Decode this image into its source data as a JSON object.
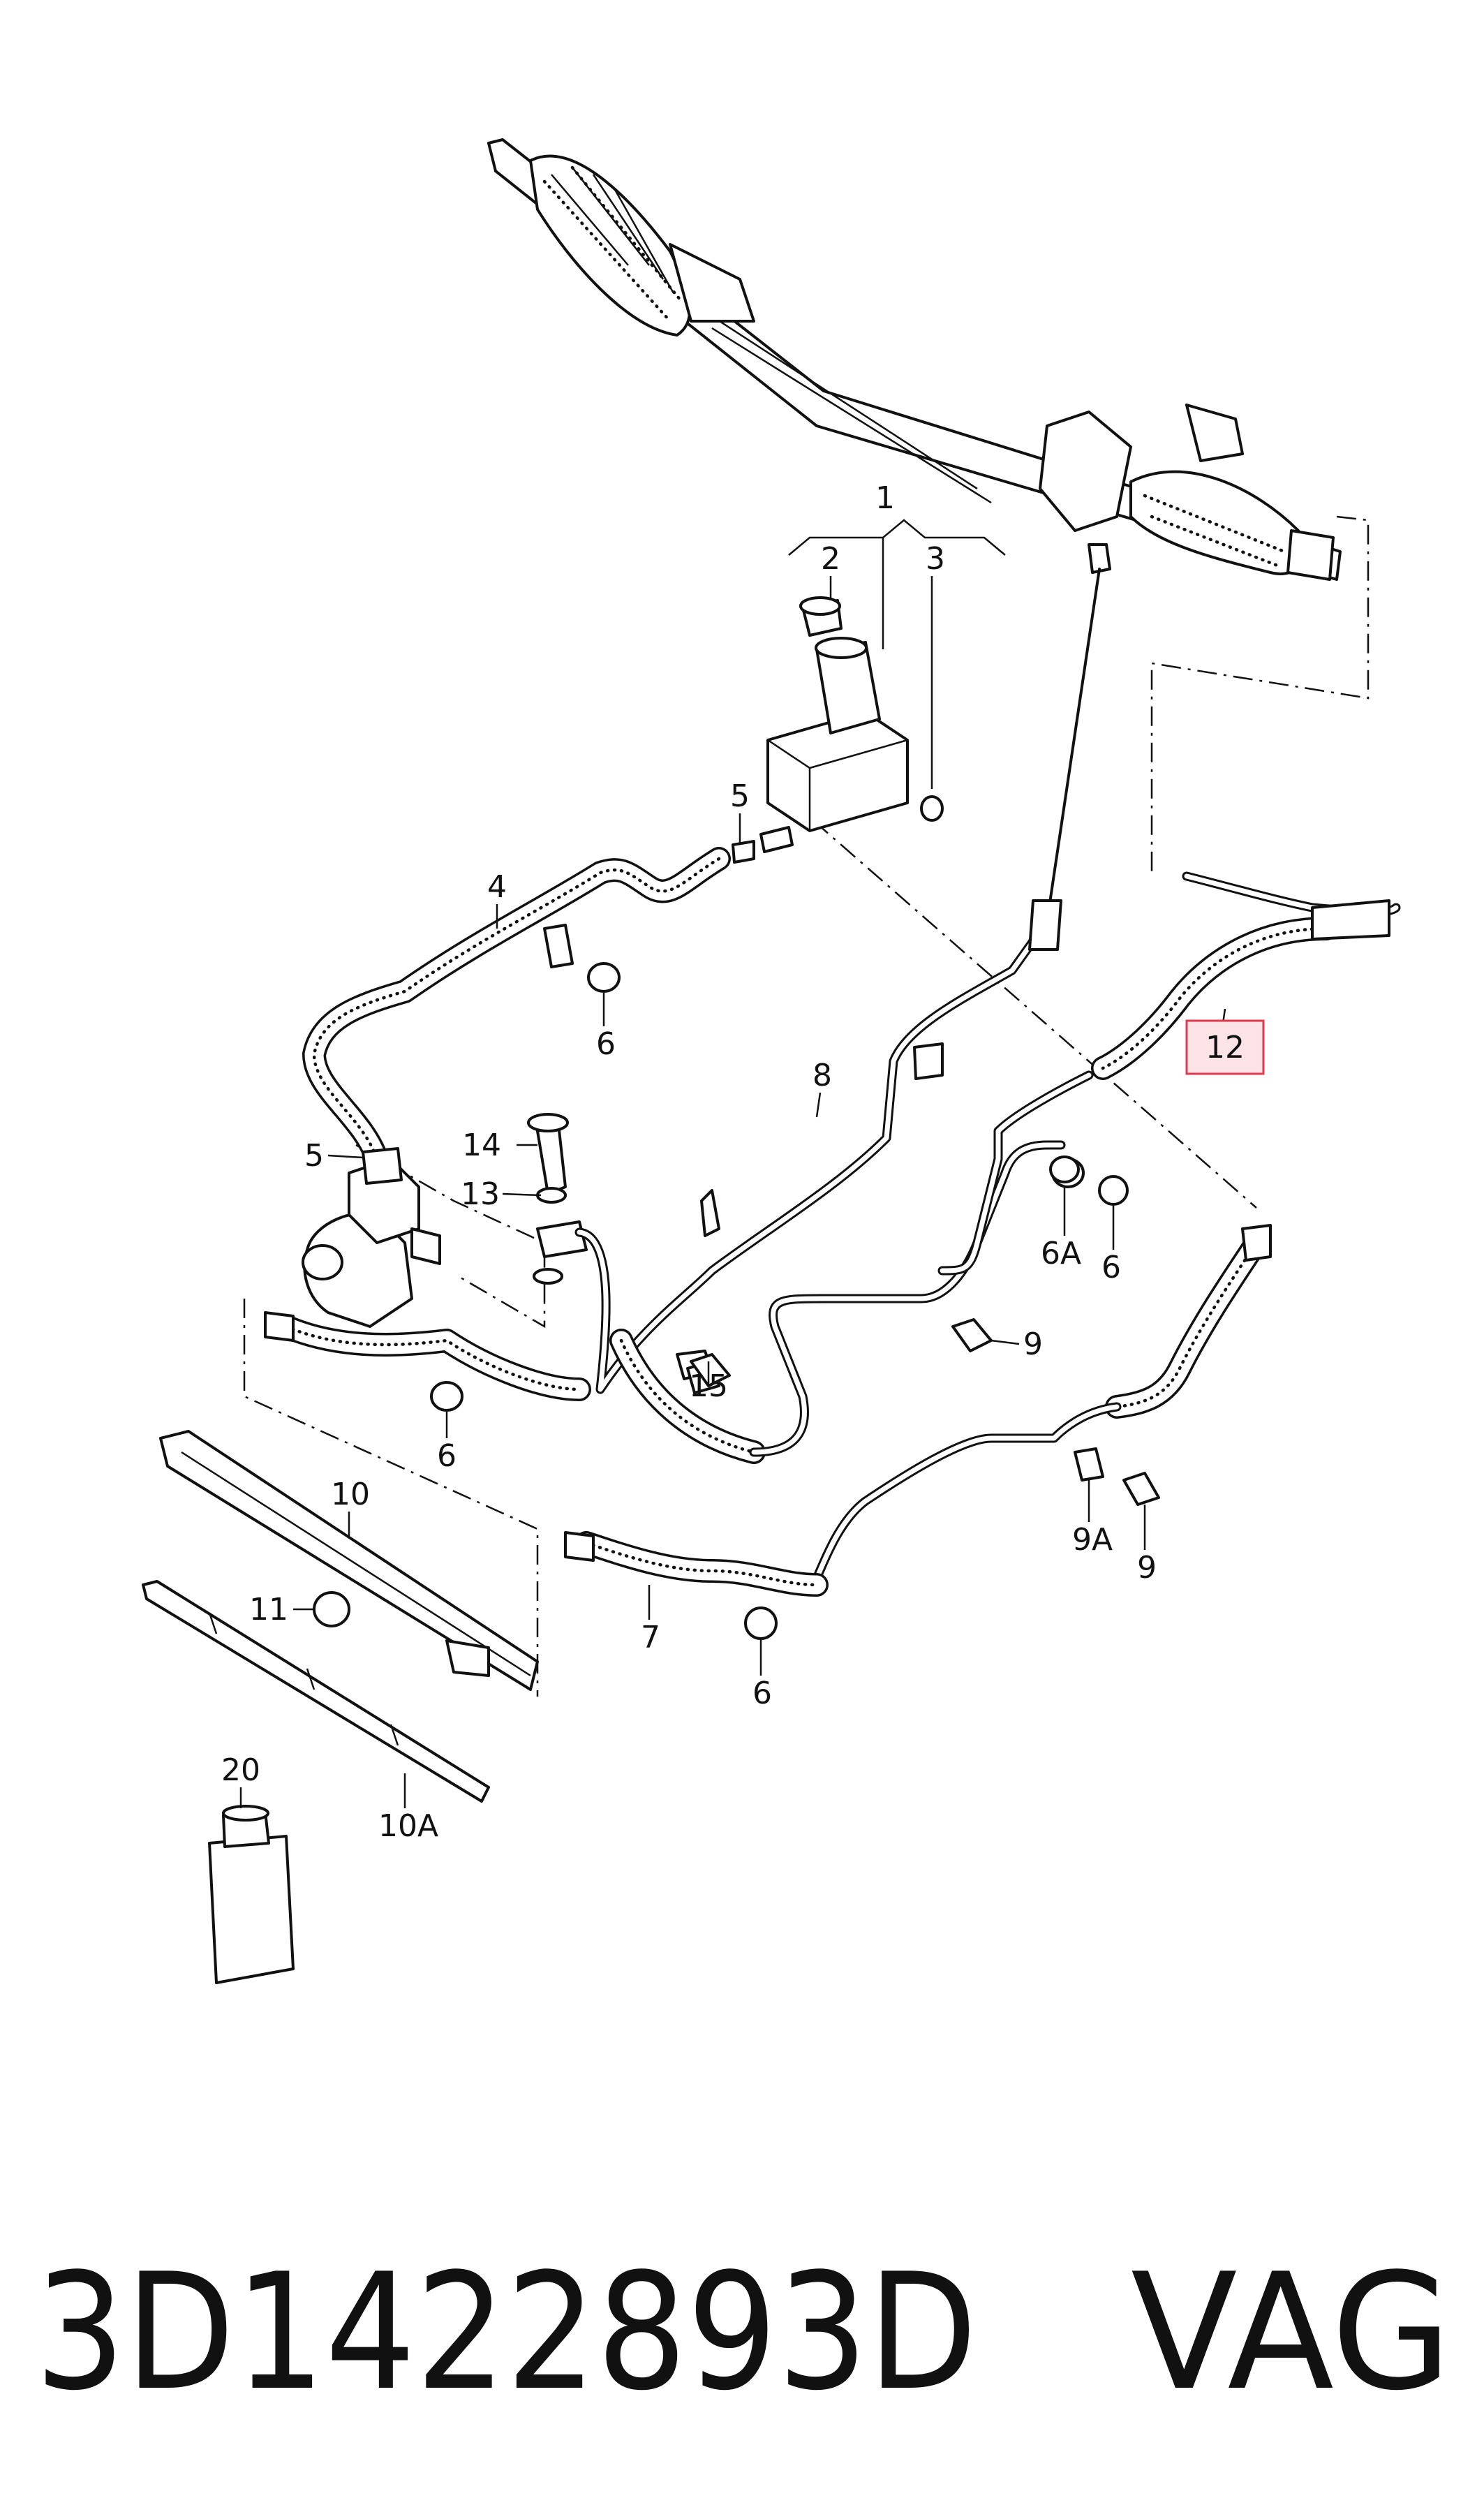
{
  "diagram": {
    "callouts": {
      "c1": "1",
      "c2": "2",
      "c3": "3",
      "c4": "4",
      "c5a": "5",
      "c5b": "5",
      "c6a": "6",
      "c6b": "6",
      "c6c": "6",
      "c6d": "6",
      "c6A": "6A",
      "c7": "7",
      "c8": "8",
      "c9a": "9",
      "c9b": "9",
      "c9A": "9A",
      "c10": "10",
      "c10A": "10A",
      "c11": "11",
      "c12": "12",
      "c13": "13",
      "c14": "14",
      "c15": "15",
      "c20": "20"
    },
    "highlighted_callout": "12",
    "highlight_color": "#e03a50",
    "highlight_fill": "#fbe3e6"
  },
  "footer": {
    "part_number": "3D1422893D",
    "brand": "VAG"
  }
}
